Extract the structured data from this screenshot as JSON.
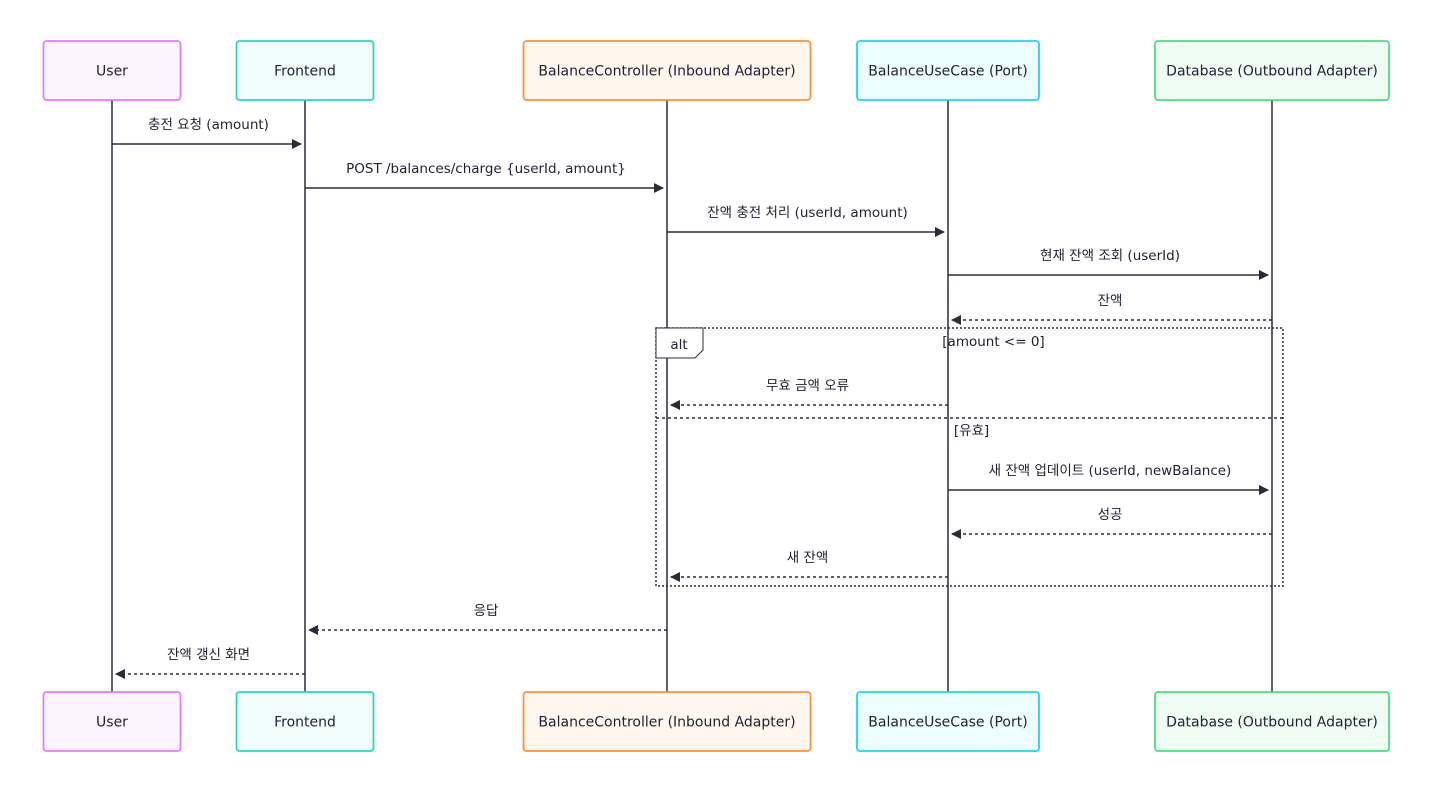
{
  "participants": [
    {
      "id": "user",
      "label": "User",
      "stroke": "#e879f9",
      "fill": "#fdf4ff"
    },
    {
      "id": "frontend",
      "label": "Frontend",
      "stroke": "#2dd4bf",
      "fill": "#f0fdfa"
    },
    {
      "id": "controller",
      "label": "BalanceController (Inbound Adapter)",
      "stroke": "#fb923c",
      "fill": "#fff7ed"
    },
    {
      "id": "usecase",
      "label": "BalanceUseCase (Port)",
      "stroke": "#22d3ee",
      "fill": "#ecfeff"
    },
    {
      "id": "database",
      "label": "Database (Outbound Adapter)",
      "stroke": "#4ade80",
      "fill": "#f0fdf4"
    }
  ],
  "messages": [
    {
      "from": "user",
      "to": "frontend",
      "label": "충전 요청 (amount)",
      "kind": "sync"
    },
    {
      "from": "frontend",
      "to": "controller",
      "label": "POST /balances/charge {userId, amount}",
      "kind": "sync"
    },
    {
      "from": "controller",
      "to": "usecase",
      "label": "잔액 충전 처리 (userId, amount)",
      "kind": "sync"
    },
    {
      "from": "usecase",
      "to": "database",
      "label": "현재 잔액 조회 (userId)",
      "kind": "sync"
    },
    {
      "from": "database",
      "to": "usecase",
      "label": "잔액",
      "kind": "reply"
    },
    {
      "from": "usecase",
      "to": "controller",
      "label": "무효 금액 오류",
      "kind": "reply"
    },
    {
      "from": "usecase",
      "to": "database",
      "label": "새 잔액 업데이트 (userId, newBalance)",
      "kind": "sync"
    },
    {
      "from": "database",
      "to": "usecase",
      "label": "성공",
      "kind": "reply"
    },
    {
      "from": "usecase",
      "to": "controller",
      "label": "새 잔액",
      "kind": "reply"
    },
    {
      "from": "controller",
      "to": "frontend",
      "label": "응답",
      "kind": "reply"
    },
    {
      "from": "frontend",
      "to": "user",
      "label": "잔액 갱신 화면",
      "kind": "reply"
    }
  ],
  "alt_frame": {
    "keyword": "alt",
    "condition": "[amount <= 0]",
    "else_condition": "[유효]"
  },
  "colors": {
    "line": "#2b2b3a",
    "frame": "#2b2b3a"
  }
}
